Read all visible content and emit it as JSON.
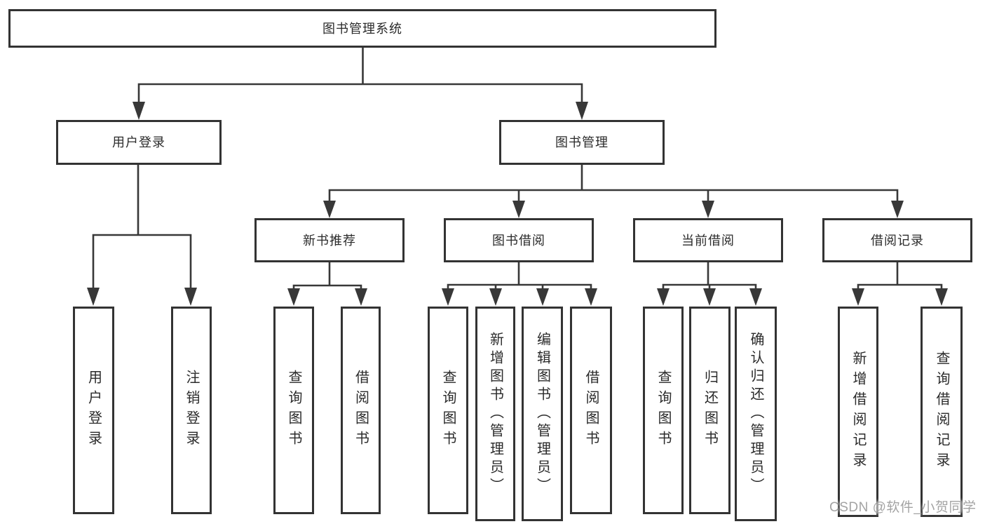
{
  "diagram": {
    "title": "图书管理系统",
    "branches": {
      "user_login": {
        "label": "用户登录",
        "children": [
          "用户登录",
          "注销登录"
        ]
      },
      "book_mgmt": {
        "label": "图书管理",
        "children": {
          "new_book": {
            "label": "新书推荐",
            "children": [
              "查询图书",
              "借阅图书"
            ]
          },
          "book_borrow": {
            "label": "图书借阅",
            "children": [
              "查询图书",
              "新增图书（管理员）",
              "编辑图书（管理员）",
              "借阅图书"
            ]
          },
          "current_borrow": {
            "label": "当前借阅",
            "children": [
              "查询图书",
              "归还图书",
              "确认归还（管理员）"
            ]
          },
          "borrow_record": {
            "label": "借阅记录",
            "children": [
              "新增借阅记录",
              "查询借阅记录"
            ]
          }
        }
      }
    }
  },
  "watermark": "CSDN @软件_小贺同学",
  "colors": {
    "line": "#383838",
    "border": "#333333",
    "text": "#2b2b2b",
    "watermark": "#9e9e9e",
    "background": "#ffffff"
  }
}
